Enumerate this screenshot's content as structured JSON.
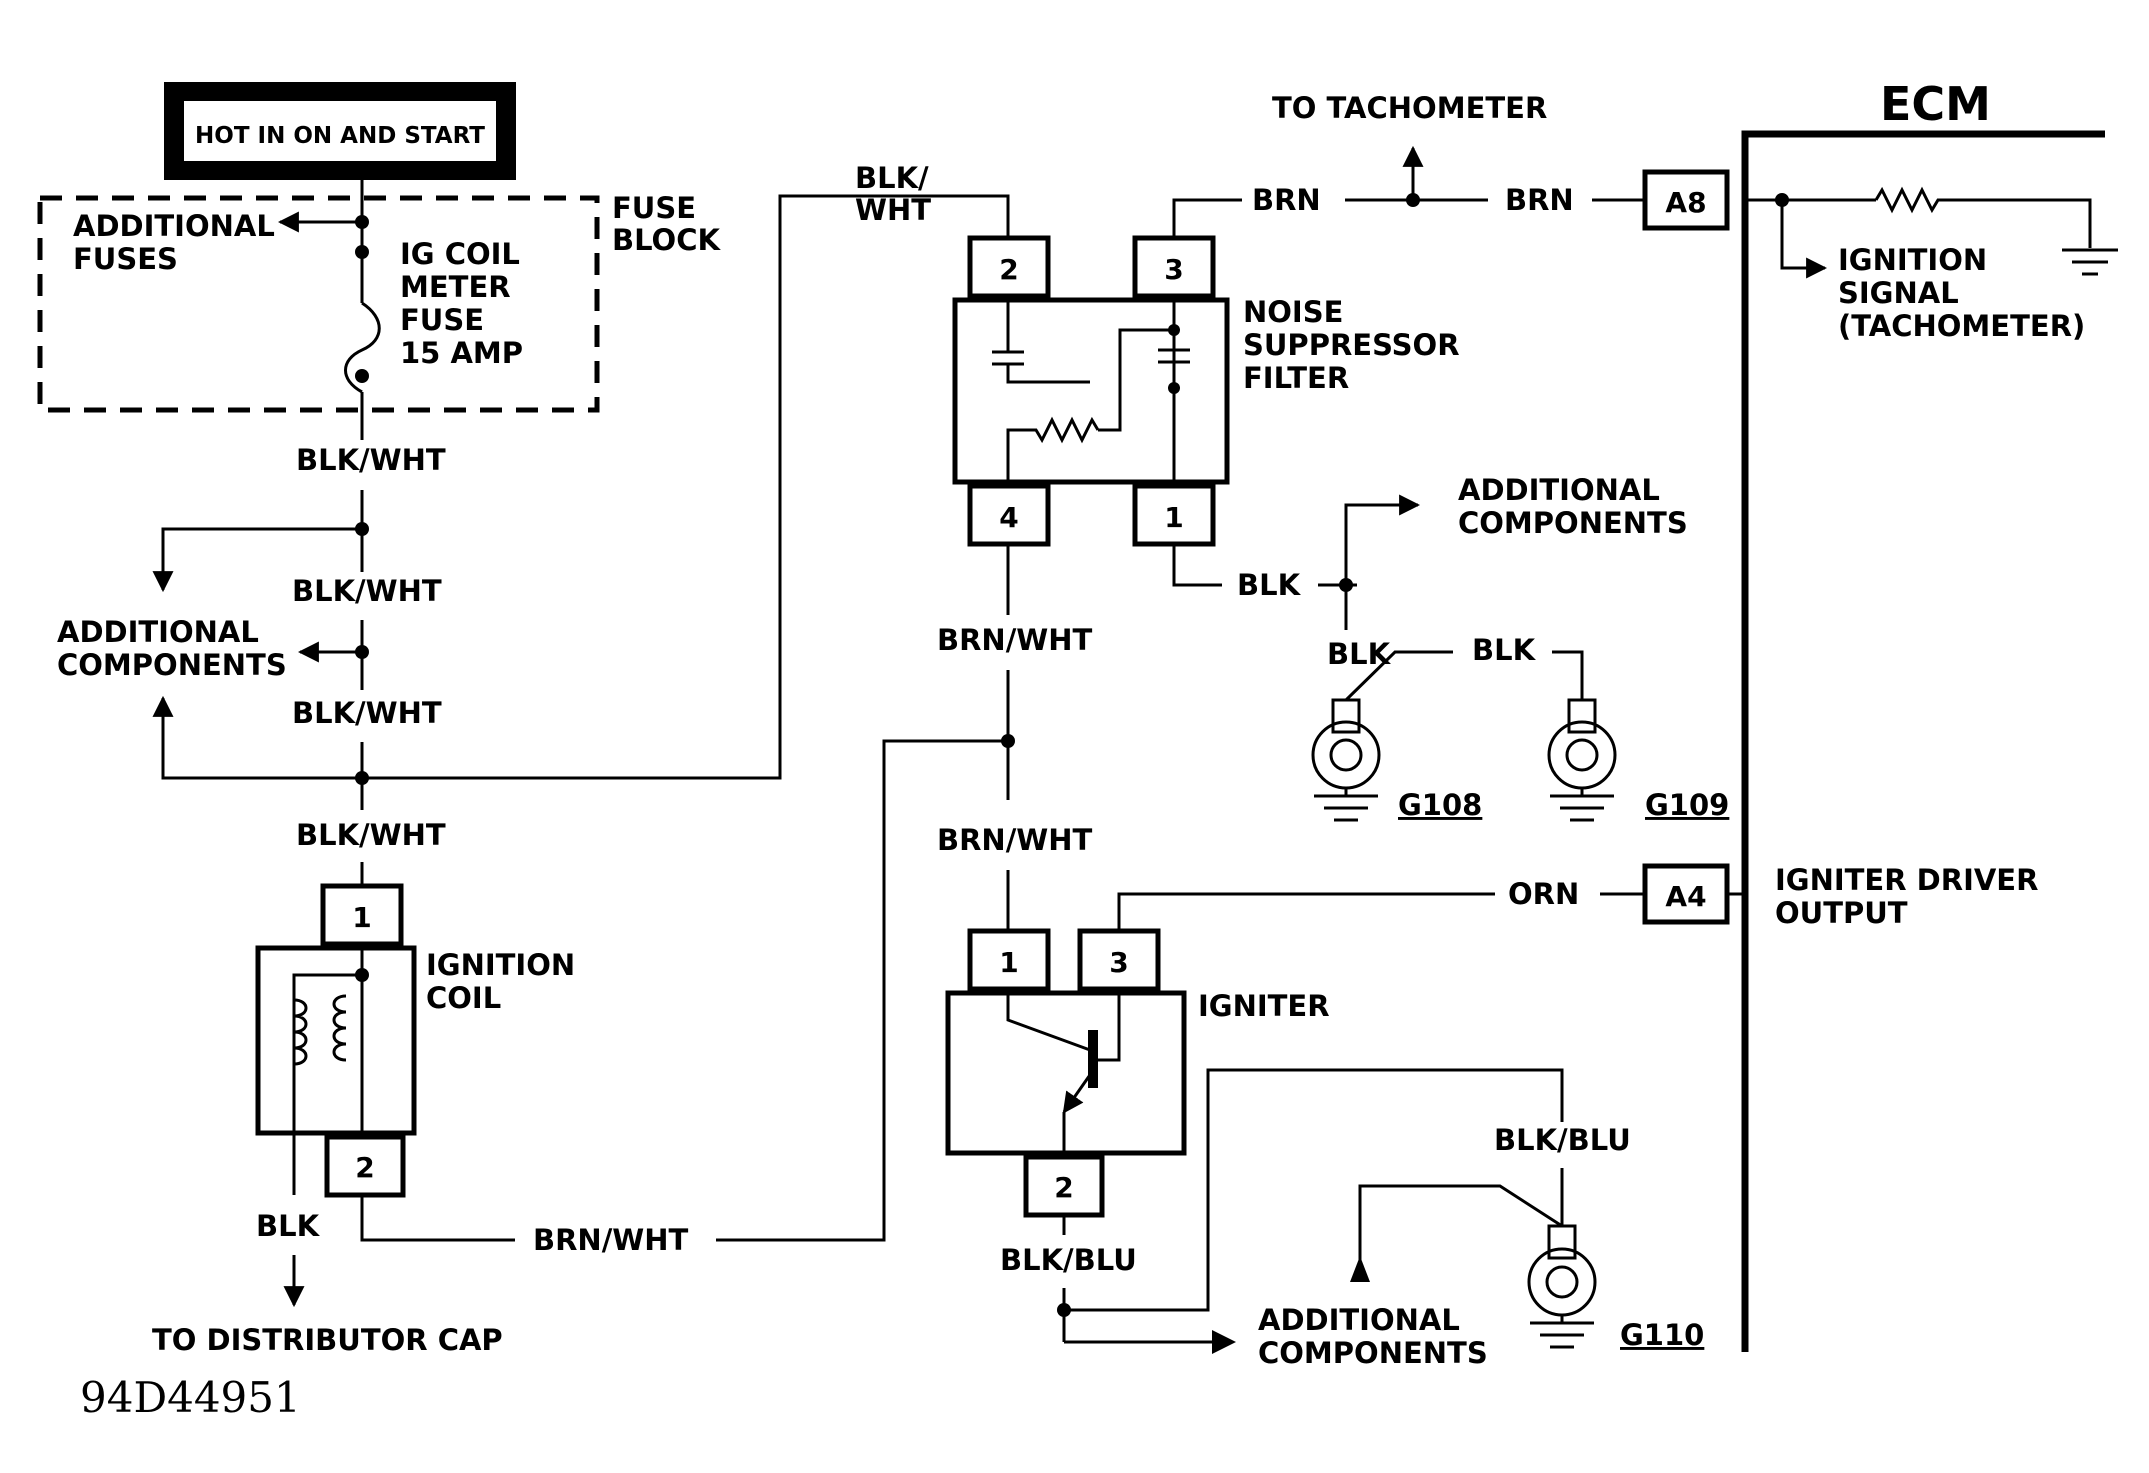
{
  "hot_box": "HOT IN ON AND START",
  "fuse_block": {
    "line1": "FUSE",
    "line2": "BLOCK"
  },
  "additional_fuses": {
    "line1": "ADDITIONAL",
    "line2": "FUSES"
  },
  "fuse": {
    "line1": "IG COIL",
    "line2": "METER",
    "line3": "FUSE",
    "line4": "15 AMP"
  },
  "wire_blk_wht": "BLK/WHT",
  "wire_blk_wht_split": {
    "line1": "BLK/",
    "line2": "WHT"
  },
  "wire_brn": "BRN",
  "wire_brn_wht": "BRN/WHT",
  "wire_blk": "BLK",
  "wire_blk_blu": "BLK/BLU",
  "wire_orn": "ORN",
  "additional_components": {
    "line1": "ADDITIONAL",
    "line2": "COMPONENTS"
  },
  "ignition_coil": {
    "line1": "IGNITION",
    "line2": "COIL",
    "pin_top": "1",
    "pin_bottom": "2"
  },
  "to_distributor_cap": "TO DISTRIBUTOR CAP",
  "to_tachometer": "TO TACHOMETER",
  "noise_filter": {
    "line1": "NOISE",
    "line2": "SUPPRESSOR",
    "line3": "FILTER",
    "pin1": "1",
    "pin2": "2",
    "pin3": "3",
    "pin4": "4"
  },
  "igniter": {
    "label": "IGNITER",
    "pin1": "1",
    "pin2": "2",
    "pin3": "3"
  },
  "ecm": {
    "label": "ECM",
    "pin_a8": "A8",
    "pin_a4": "A4"
  },
  "ignition_signal": {
    "line1": "IGNITION",
    "line2": "SIGNAL",
    "line3": "(TACHOMETER)"
  },
  "igniter_driver_output": {
    "line1": "IGNITER DRIVER",
    "line2": "OUTPUT"
  },
  "grounds": {
    "g108": "G108",
    "g109": "G109",
    "g110": "G110"
  },
  "figure_id": "94D44951"
}
